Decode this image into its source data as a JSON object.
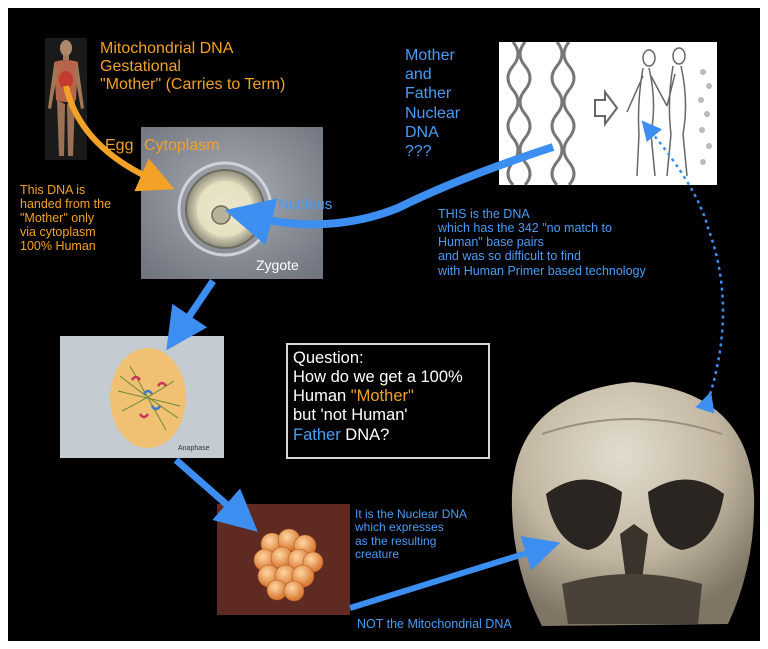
{
  "labels": {
    "mito_title": "Mitochondrial DNA\nGestational\n\"Mother\" (Carries to Term)",
    "egg": "Egg",
    "cytoplasm": "Cytoplasm",
    "handed_note": "This DNA is\nhanded from the\n\"Mother\" only\nvia cytoplasm\n100% Human",
    "nucleus": "Nucleus",
    "zygote": "Zygote",
    "father_title": "Mother\nand\nFather\nNuclear\nDNA\n???",
    "this_dna_note": "THIS is the DNA\nwhich has the 342 \"no match to\nHuman\" base pairs\nand was so difficult to find\nwith Human Primer based technology",
    "anaphase": "Anaphase",
    "nuclear_expresses": "It is the Nuclear DNA\nwhich expresses\nas the resulting\ncreature",
    "not_mito": "NOT the Mitochondrial DNA"
  },
  "question": {
    "line1": "Question:",
    "line2": "How do we get a 100%",
    "line3_pre": "Human ",
    "line3_hl": "\"Mother\"",
    "line4": "but 'not Human'",
    "line5_hl": "Father",
    "line5_post": " DNA?"
  },
  "colors": {
    "background": "#000000",
    "orange": "#f2a227",
    "blue": "#4a9df5",
    "white": "#ffffff"
  }
}
